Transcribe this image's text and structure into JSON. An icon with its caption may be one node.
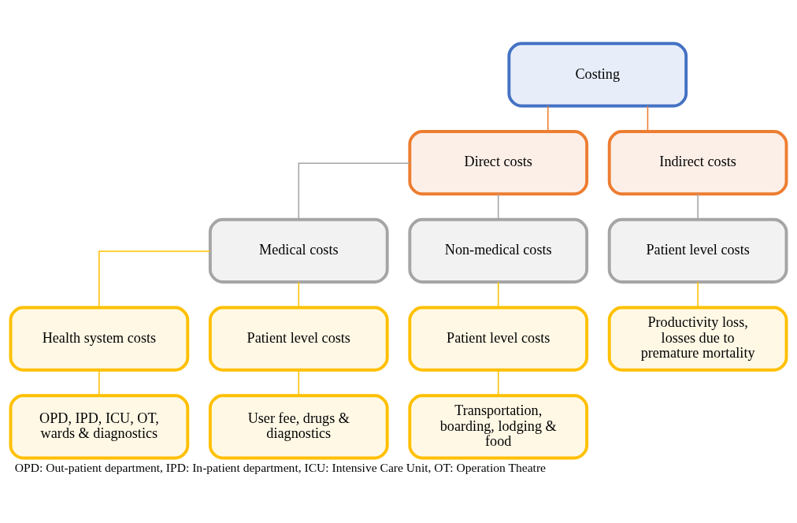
{
  "diagram": {
    "caption": "OPD: Out-patient department, IPD: In-patient department, ICU: Intensive Care Unit, OT: Operation Theatre",
    "nodes": [
      {
        "text": [
          "Costing"
        ]
      },
      {
        "text": [
          "Direct costs"
        ]
      },
      {
        "text": [
          "Indirect costs"
        ]
      },
      {
        "text": [
          "Medical costs"
        ]
      },
      {
        "text": [
          "Non-medical costs"
        ]
      },
      {
        "text": [
          "Patient level costs"
        ]
      },
      {
        "text": [
          "Health system costs"
        ]
      },
      {
        "text": [
          "Patient level costs"
        ]
      },
      {
        "text": [
          "Patient level costs"
        ]
      },
      {
        "text": [
          "Productivity loss, losses due to premature mortality"
        ]
      },
      {
        "text": [
          "OPD, IPD, ICU, OT, wards & diagnostics"
        ]
      },
      {
        "text": [
          "User fee, drugs & diagnostics"
        ]
      },
      {
        "text": [
          "Transportation, boarding, lodging & food"
        ]
      }
    ],
    "edges": [
      {
        "from": 0,
        "to": 1,
        "arrow": "none",
        "color": "#ed7d31"
      },
      {
        "from": 0,
        "to": 2,
        "arrow": "none",
        "color": "#ed7d31"
      },
      {
        "from": 1,
        "to": 3,
        "arrow": "none",
        "color": "#a5a5a5"
      },
      {
        "from": 1,
        "to": 4,
        "arrow": "none",
        "color": "#a5a5a5"
      },
      {
        "from": 2,
        "to": 5,
        "arrow": "none",
        "color": "#a5a5a5"
      },
      {
        "from": 3,
        "to": 6,
        "arrow": "none"
      },
      {
        "from": 3,
        "to": 7,
        "arrow": "none"
      },
      {
        "from": 4,
        "to": 8,
        "arrow": "none"
      },
      {
        "from": 5,
        "to": 9,
        "arrow": "none"
      },
      {
        "from": 6,
        "to": 10,
        "arrow": "none"
      },
      {
        "from": 7,
        "to": 11,
        "arrow": "none"
      },
      {
        "from": 8,
        "to": 12,
        "arrow": "none"
      }
    ]
  }
}
